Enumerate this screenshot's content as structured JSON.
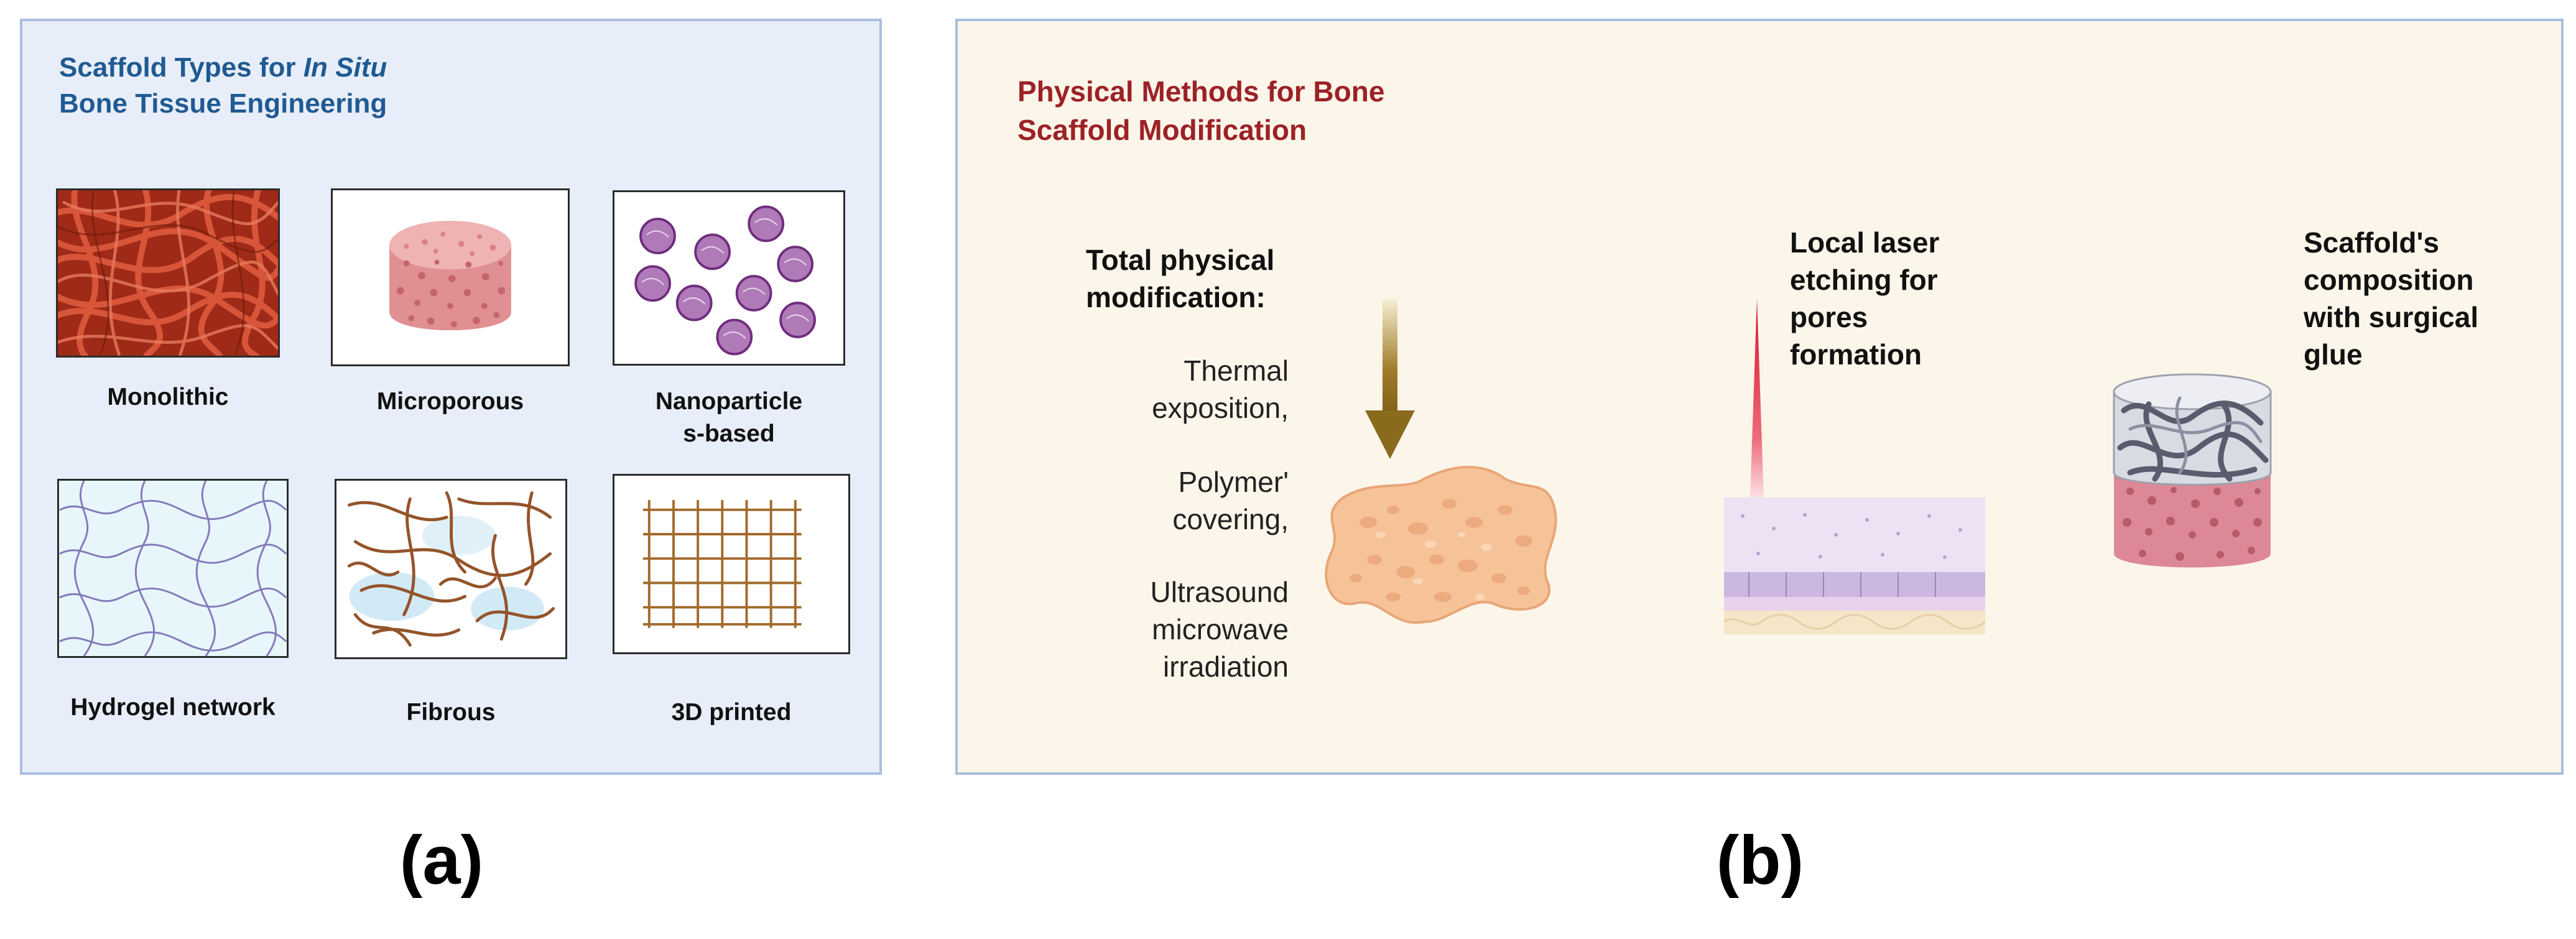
{
  "panel_a": {
    "title_prefix": "Scaffold Types for ",
    "title_italic": "In Situ",
    "title_line2": "Bone Tissue Engineering",
    "scaffolds": [
      {
        "label": "Monolithic"
      },
      {
        "label": "Microporous"
      },
      {
        "label": "Nanoparticles-based"
      },
      {
        "label": "Hydrogel network"
      },
      {
        "label": "Fibrous"
      },
      {
        "label": "3D printed"
      }
    ]
  },
  "panel_b": {
    "title_line1": "Physical Methods for Bone",
    "title_line2": "Scaffold Modification",
    "total": {
      "heading_line1": "Total physical",
      "heading_line2": "modification:",
      "methods": [
        {
          "line1": "Thermal",
          "line2": "exposition,",
          "line3": ""
        },
        {
          "line1": "Polymer'",
          "line2": "covering,",
          "line3": ""
        },
        {
          "line1": "Ultrasound",
          "line2": "microwave",
          "line3": "irradiation"
        }
      ]
    },
    "laser": {
      "line1": "Local laser",
      "line2": "etching for",
      "line3": "pores",
      "line4": "formation"
    },
    "composite": {
      "line1": "Scaffold's",
      "line2": "composition",
      "line3": "with surgical",
      "line4": "glue"
    }
  },
  "figure_labels": {
    "a": "(a)",
    "b": "(b)"
  },
  "colors": {
    "panel_a_bg": "#e8eef9",
    "panel_b_bg": "#fbf6e9",
    "panel_border": "#a9bde0",
    "panel_a_title": "#1f5a93",
    "panel_b_title": "#9d2127",
    "arrow": "#8a6a1d",
    "laser": "#e2253a",
    "bone": "#f3b98c"
  }
}
